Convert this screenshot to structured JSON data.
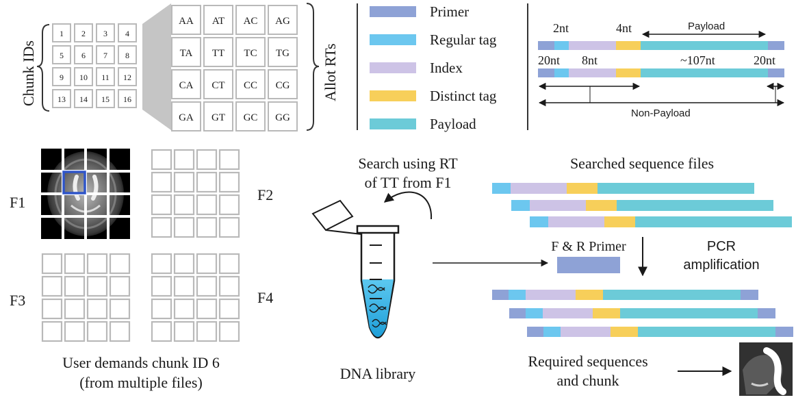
{
  "colors": {
    "primer": "#8ea2d6",
    "regular_tag": "#6cc7ef",
    "index": "#cdc3e6",
    "distinct_tag": "#f7cf5a",
    "payload": "#6ccbd8",
    "grid_stroke": "#b9b9b9",
    "highlight": "#2f55c9",
    "liquid": "#34b4e6"
  },
  "chunk_ids": {
    "label": "Chunk IDs",
    "cells": [
      "1",
      "2",
      "3",
      "4",
      "5",
      "6",
      "7",
      "8",
      "9",
      "10",
      "11",
      "12",
      "13",
      "14",
      "15",
      "16"
    ]
  },
  "allot_rts": {
    "label": "Allot RTs",
    "cells": [
      "AA",
      "AT",
      "AC",
      "AG",
      "TA",
      "TT",
      "TC",
      "TG",
      "CA",
      "CT",
      "CC",
      "CG",
      "GA",
      "GT",
      "GC",
      "GG"
    ]
  },
  "legend": [
    {
      "key": "primer",
      "label": "Primer"
    },
    {
      "key": "regular_tag",
      "label": "Regular tag"
    },
    {
      "key": "index",
      "label": "Index"
    },
    {
      "key": "distinct_tag",
      "label": "Distinct tag"
    },
    {
      "key": "payload",
      "label": "Payload"
    }
  ],
  "structure": {
    "top_2nt": "2nt",
    "top_4nt": "4nt",
    "payload": "Payload",
    "left_20nt": "20nt",
    "index_8nt": "8nt",
    "payload_len": "~107nt",
    "right_20nt": "20nt",
    "non_payload": "Non-Payload"
  },
  "files": {
    "f1": "F1",
    "f2": "F2",
    "f3": "F3",
    "f4": "F4"
  },
  "caption": {
    "line1": "User demands chunk ID 6",
    "line2": "(from multiple files)"
  },
  "search": {
    "line1": "Search using RT",
    "line2": "of TT from F1"
  },
  "dna_library": "DNA library",
  "searched_files": "Searched sequence files",
  "primer_label": "F & R Primer",
  "pcr": {
    "line1": "PCR",
    "line2": "amplification"
  },
  "required": {
    "line1": "Required sequences",
    "line2": "and chunk"
  }
}
